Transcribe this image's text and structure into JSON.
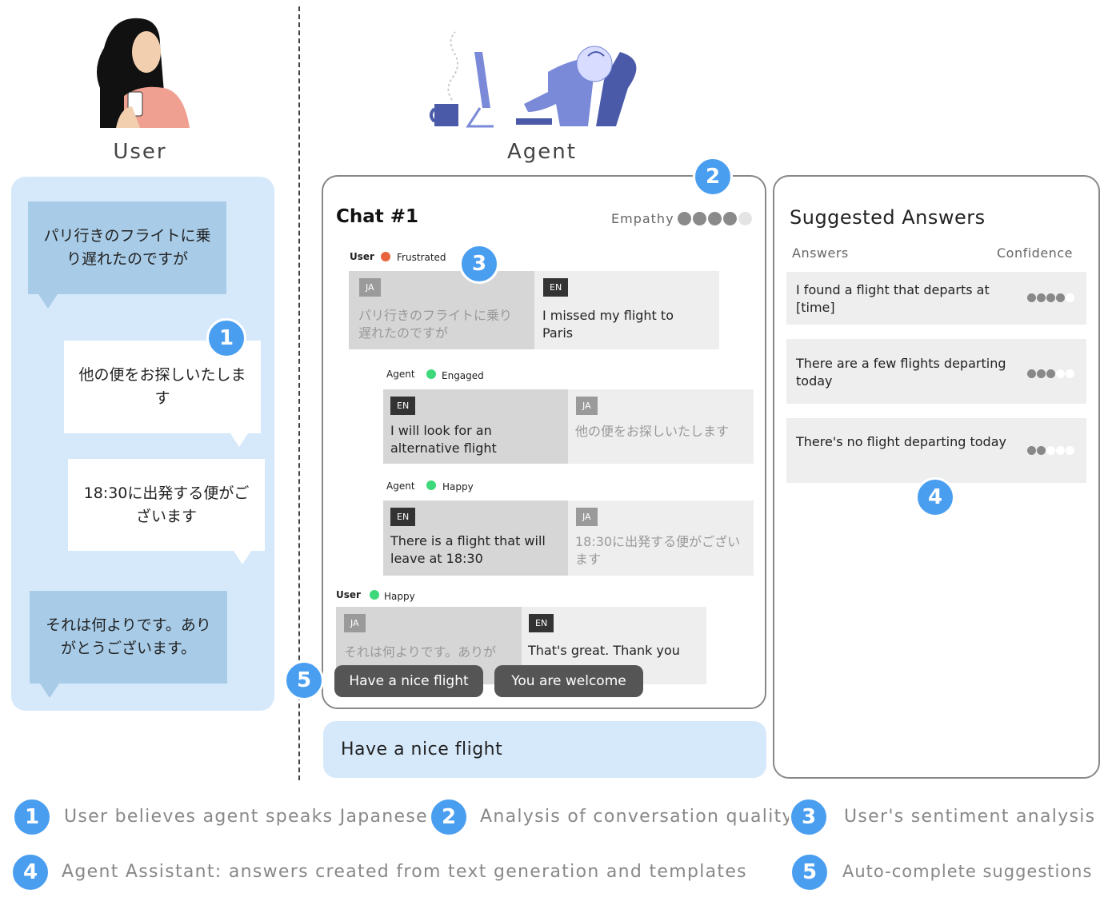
{
  "columns": {
    "user": "User",
    "agent": "Agent"
  },
  "user_conversation": [
    {
      "text": "パリ行きのフライトに乗り遅れたのですが"
    },
    {
      "text": "他の便をお探しいたします"
    },
    {
      "text": "18:30に出発する便がございます"
    },
    {
      "text": "それは何よりです。ありがとうございます。"
    }
  ],
  "chat": {
    "title": "Chat #1",
    "empathy_label": "Empathy",
    "empathy_level": 4,
    "empathy_max": 5,
    "messages": [
      {
        "speaker": "User",
        "mood": "Frustrated",
        "mood_color": "#e8643c",
        "left": {
          "lang": "JA",
          "text": "パリ行きのフライトに乗り遅れたのですが"
        },
        "right": {
          "lang": "EN",
          "text": "I missed my flight to Paris"
        }
      },
      {
        "speaker": "Agent",
        "mood": "Engaged",
        "mood_color": "#3cd87a",
        "left": {
          "lang": "EN",
          "text": "I will look for an alternative flight"
        },
        "right": {
          "lang": "JA",
          "text": "他の便をお探しいたします"
        }
      },
      {
        "speaker": "Agent",
        "mood": "Happy",
        "mood_color": "#3cd87a",
        "left": {
          "lang": "EN",
          "text": "There is a flight that will leave at 18:30"
        },
        "right": {
          "lang": "JA",
          "text": "18:30に出発する便がございます"
        }
      },
      {
        "speaker": "User",
        "mood": "Happy",
        "mood_color": "#3cd87a",
        "left": {
          "lang": "JA",
          "text": "それは何よりです。ありが"
        },
        "right": {
          "lang": "EN",
          "text": "That's great. Thank you"
        }
      }
    ],
    "autocomplete": [
      "Have a nice flight",
      "You are welcome"
    ],
    "input_value": "Have a nice flight"
  },
  "suggested_answers": {
    "title": "Suggested Answers",
    "col_answers": "Answers",
    "col_confidence": "Confidence",
    "items": [
      {
        "text": "I found a flight that departs at [time]",
        "confidence": 4
      },
      {
        "text": "There are a few flights departing today",
        "confidence": 3
      },
      {
        "text": "There's no flight departing today",
        "confidence": 2
      }
    ],
    "confidence_max": 5
  },
  "legend": [
    {
      "num": "1",
      "text": "User believes agent speaks Japanese"
    },
    {
      "num": "2",
      "text": "Analysis of conversation quality"
    },
    {
      "num": "3",
      "text": "User's sentiment analysis"
    },
    {
      "num": "4",
      "text": "Agent Assistant: answers created from text generation and templates"
    },
    {
      "num": "5",
      "text": "Auto-complete suggestions"
    }
  ],
  "colors": {
    "accent": "#4a9ef0",
    "panel_blue": "#d6e9fb",
    "bubble_blue": "#a8cce8"
  }
}
